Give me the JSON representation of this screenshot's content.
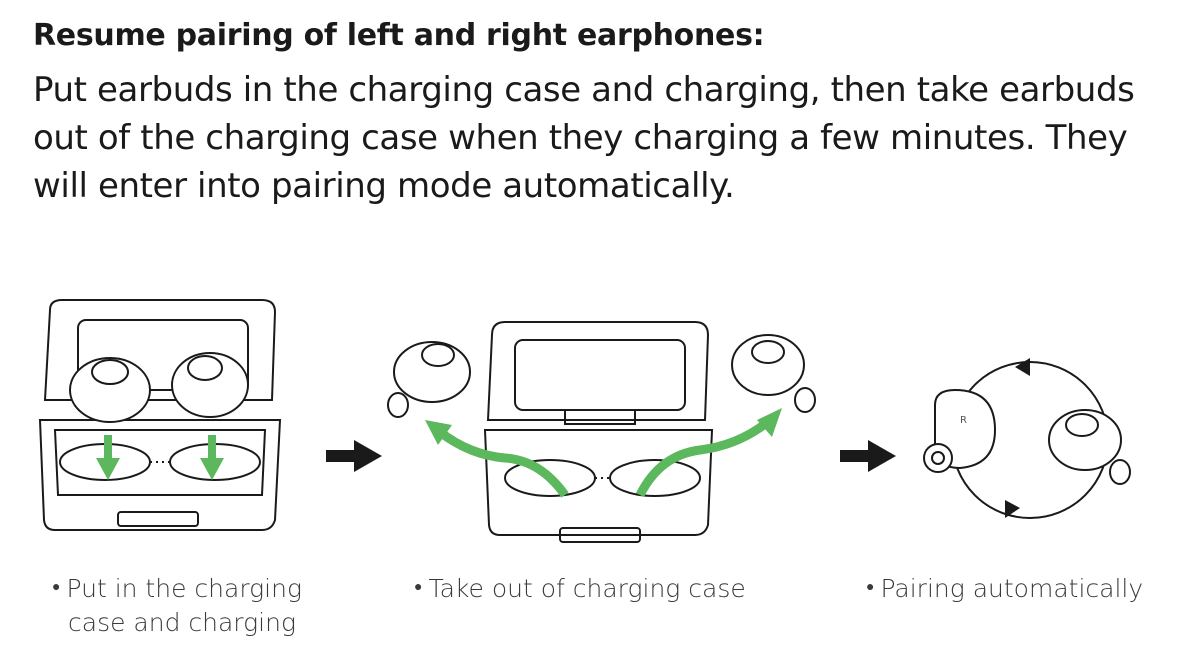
{
  "heading": "Resume pairing of left and right earphones:",
  "body_lines": [
    "Put earbuds in the charging case and charging, then take earbuds",
    "out of the charging case when they charging a few minutes. They",
    "will enter into pairing mode automatically."
  ],
  "steps": [
    {
      "caption_line1": "Put in the charging",
      "caption_line2": "case and charging"
    },
    {
      "caption_line1": "Take out of charging case"
    },
    {
      "caption_line1": "Pairing automatically"
    }
  ],
  "earbud_side_label": "R",
  "colors": {
    "arrow_green": "#5cb85c",
    "line": "#1a1a1a"
  }
}
